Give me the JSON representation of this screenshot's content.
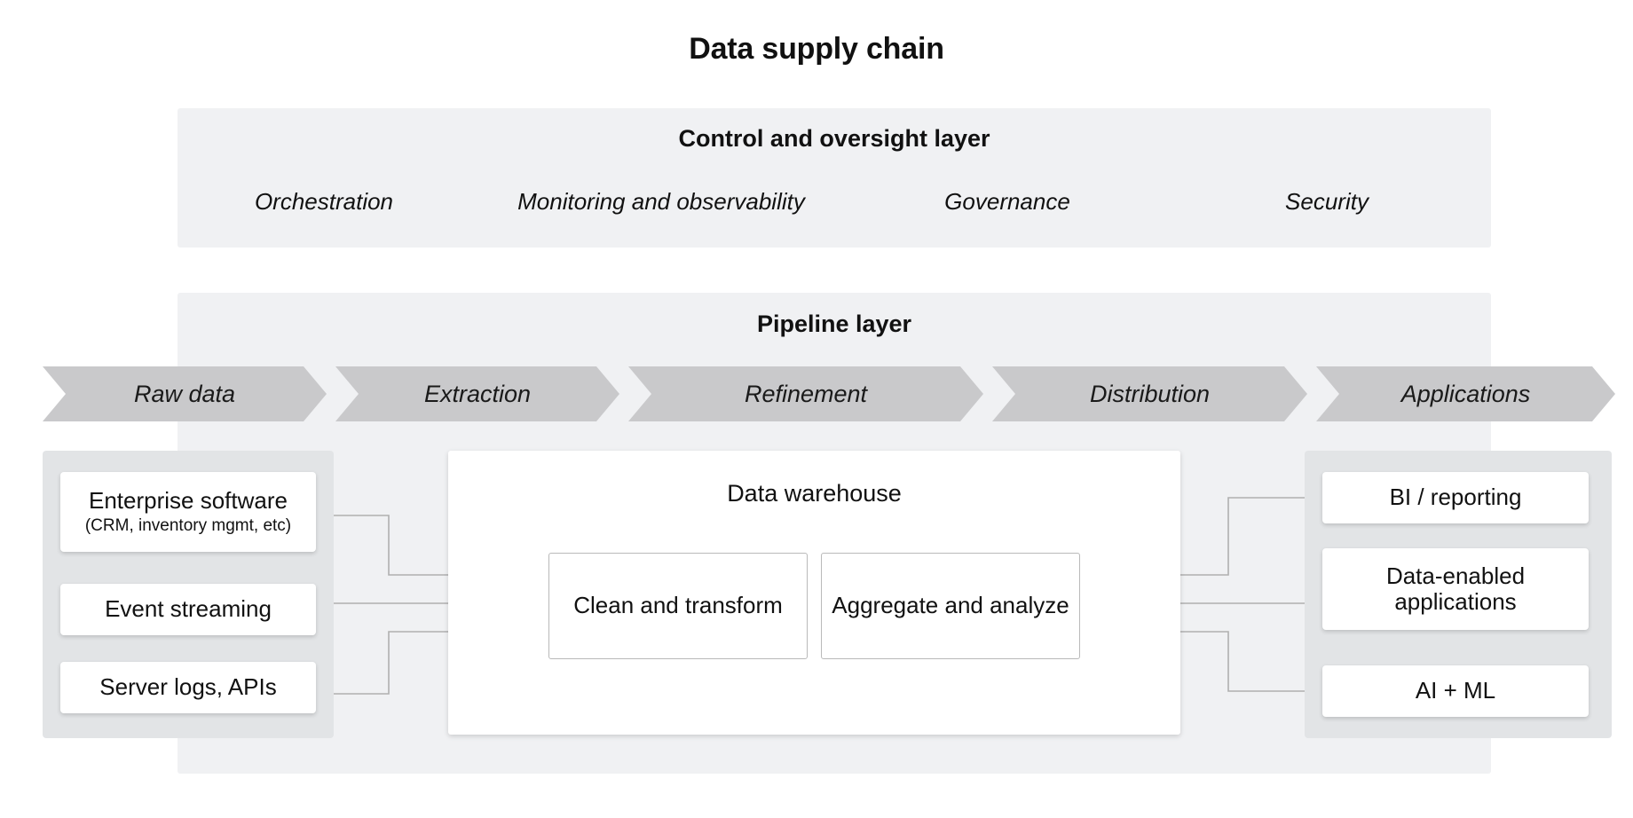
{
  "title": "Data supply chain",
  "control_layer": {
    "title": "Control and oversight layer",
    "items": [
      {
        "label": "Orchestration"
      },
      {
        "label": "Monitoring and observability"
      },
      {
        "label": "Governance"
      },
      {
        "label": "Security"
      }
    ]
  },
  "pipeline_layer": {
    "title": "Pipeline layer",
    "stages": [
      {
        "label": "Raw data"
      },
      {
        "label": "Extraction"
      },
      {
        "label": "Refinement"
      },
      {
        "label": "Distribution"
      },
      {
        "label": "Applications"
      }
    ]
  },
  "sources": [
    {
      "label": "Enterprise software",
      "sublabel": "(CRM, inventory mgmt, etc)"
    },
    {
      "label": "Event streaming",
      "sublabel": ""
    },
    {
      "label": "Server logs, APIs",
      "sublabel": ""
    }
  ],
  "warehouse": {
    "title": "Data warehouse",
    "steps": [
      {
        "label": "Clean and transform"
      },
      {
        "label": "Aggregate and analyze"
      }
    ]
  },
  "applications": [
    {
      "label": "BI / reporting",
      "sublabel": ""
    },
    {
      "label": "Data-enabled applications",
      "sublabel": ""
    },
    {
      "label": "AI + ML",
      "sublabel": ""
    }
  ],
  "colors": {
    "page_background": "#ffffff",
    "panel_background": "#f0f1f3",
    "group_background": "#e2e4e6",
    "chevron_fill": "#c9c9cb",
    "card_background": "#ffffff",
    "connector_stroke": "#b0b0b0",
    "text": "#111111"
  }
}
